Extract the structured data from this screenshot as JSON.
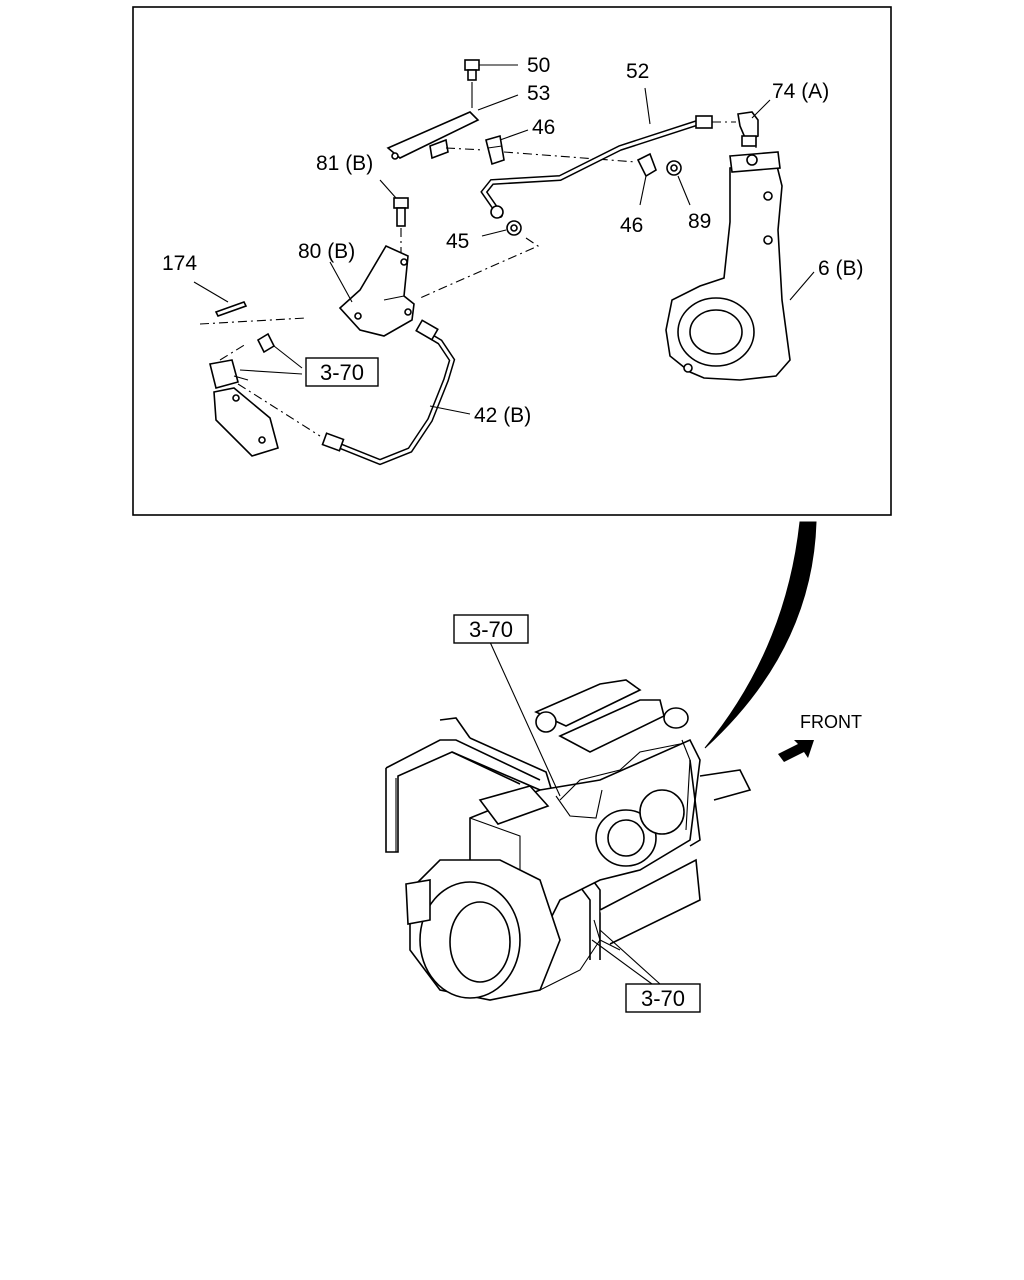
{
  "callouts": {
    "c50": "50",
    "c53": "53",
    "c52": "52",
    "c74": "74 (A)",
    "c46a": "46",
    "c46b": "46",
    "c81": "81 (B)",
    "c89": "89",
    "c45": "45",
    "c80": "80 (B)",
    "c174": "174",
    "c6": "6 (B)",
    "c42": "42 (B)"
  },
  "refs": {
    "r1": "3-70",
    "r2": "3-70",
    "r3": "3-70"
  },
  "front_label": "FRONT"
}
